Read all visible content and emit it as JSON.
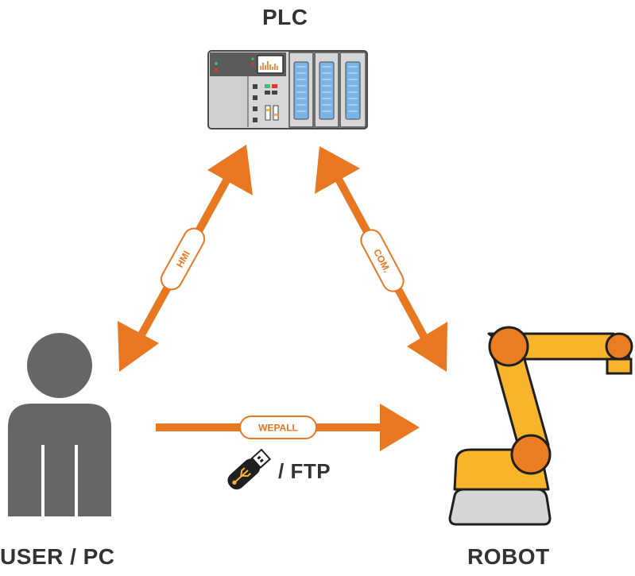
{
  "nodes": {
    "plc": {
      "label": "PLC"
    },
    "user": {
      "label": "USER / PC"
    },
    "robot": {
      "label": "ROBOT"
    }
  },
  "links": {
    "hmi": {
      "label": "HMI"
    },
    "com": {
      "label": "COM."
    },
    "wepall": {
      "label": "WEPALL"
    },
    "ftp": {
      "label": "/ FTP"
    }
  },
  "icons": [
    "plc-icon",
    "user-icon",
    "robot-arm-icon",
    "usb-drive-icon"
  ],
  "colors": {
    "arrow": "#e87722",
    "text": "#333333",
    "user": "#666666",
    "robot_arm": "#f8b52b",
    "robot_joint": "#ea7d21"
  }
}
